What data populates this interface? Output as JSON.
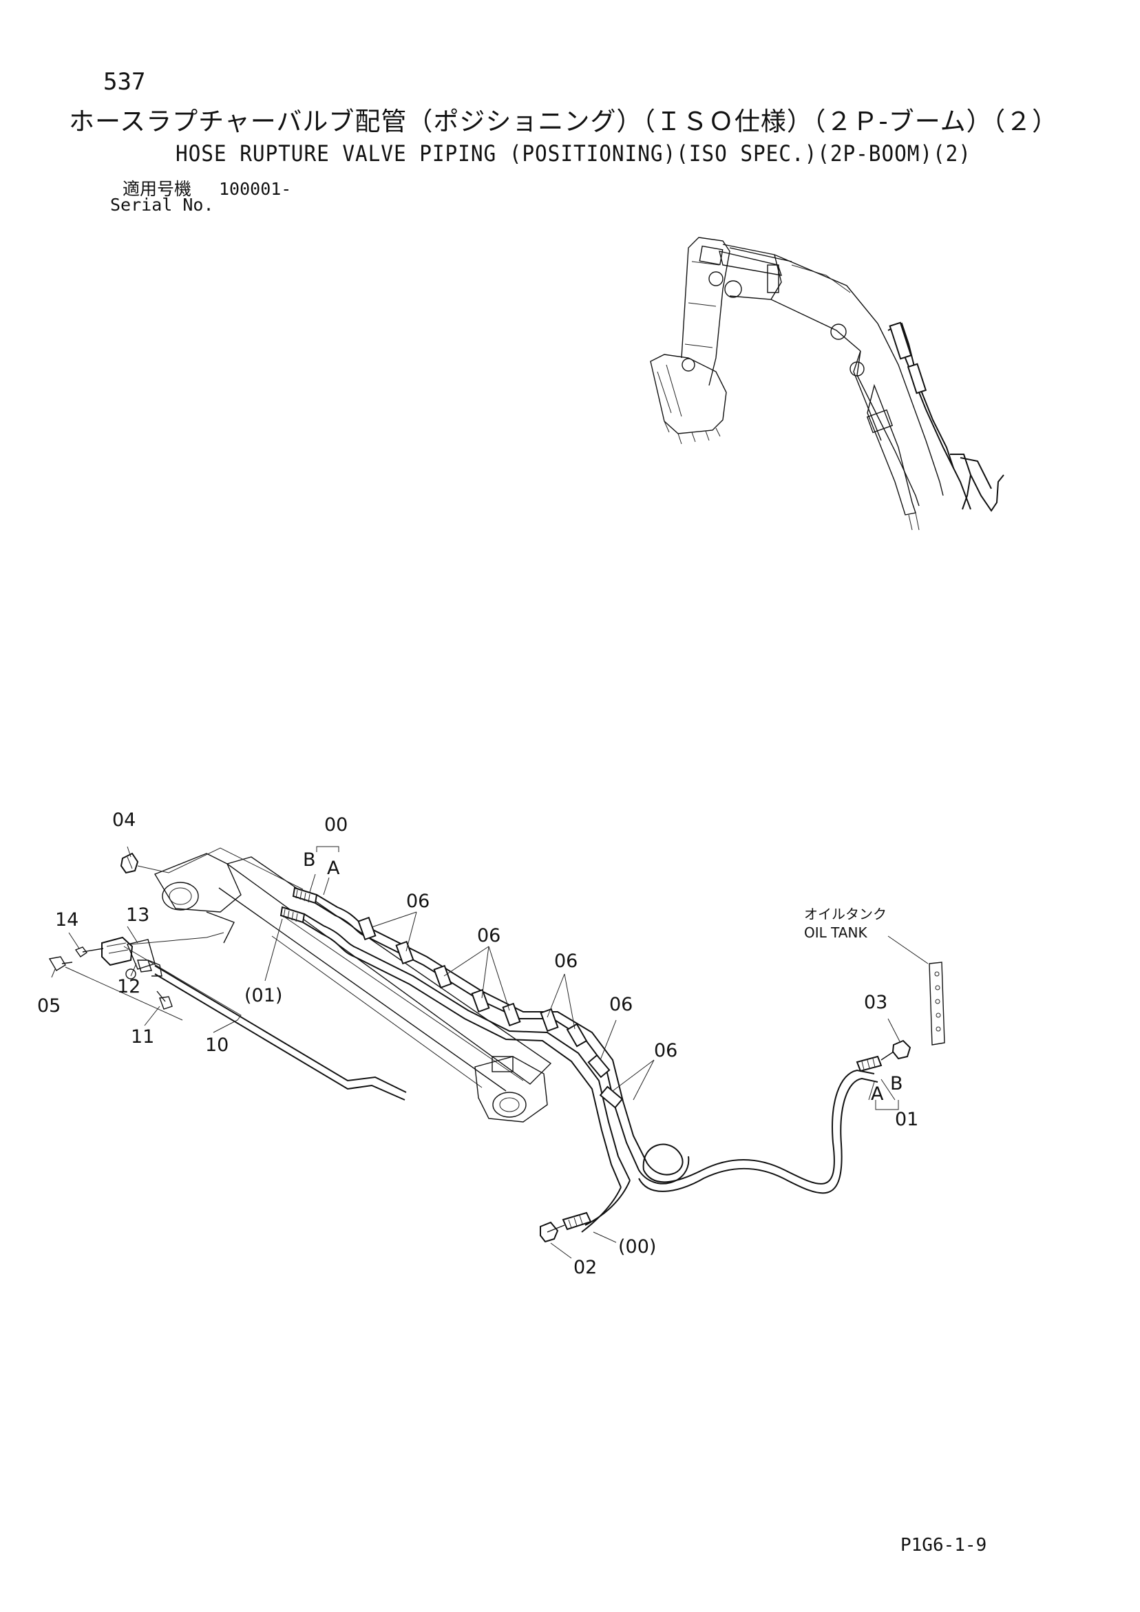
{
  "header": {
    "page_number": "537",
    "title_jp": "ホースラプチャーバルブ配管（ポジショニング）（ＩＳＯ仕様）（２Ｐ-ブーム）（２）",
    "title_en": "HOSE RUPTURE VALVE PIPING (POSITIONING)(ISO SPEC.)(2P-BOOM)(2)",
    "serial_label_jp": "適用号機",
    "serial_value": "100001-",
    "serial_label_en": "Serial No."
  },
  "callouts": {
    "p00": "00",
    "p00_paren": "(00)",
    "p01": "01",
    "p01_paren": "(01)",
    "p02": "02",
    "p03": "03",
    "p04": "04",
    "p05": "05",
    "p06": "06",
    "p10": "10",
    "p11": "11",
    "p12": "12",
    "p13": "13",
    "p14": "14",
    "a": "A",
    "b": "B"
  },
  "labels": {
    "oil_tank_jp": "オイルタンク",
    "oil_tank_en": "OIL TANK"
  },
  "footer": {
    "drawing_code": "P1G6-1-9"
  }
}
